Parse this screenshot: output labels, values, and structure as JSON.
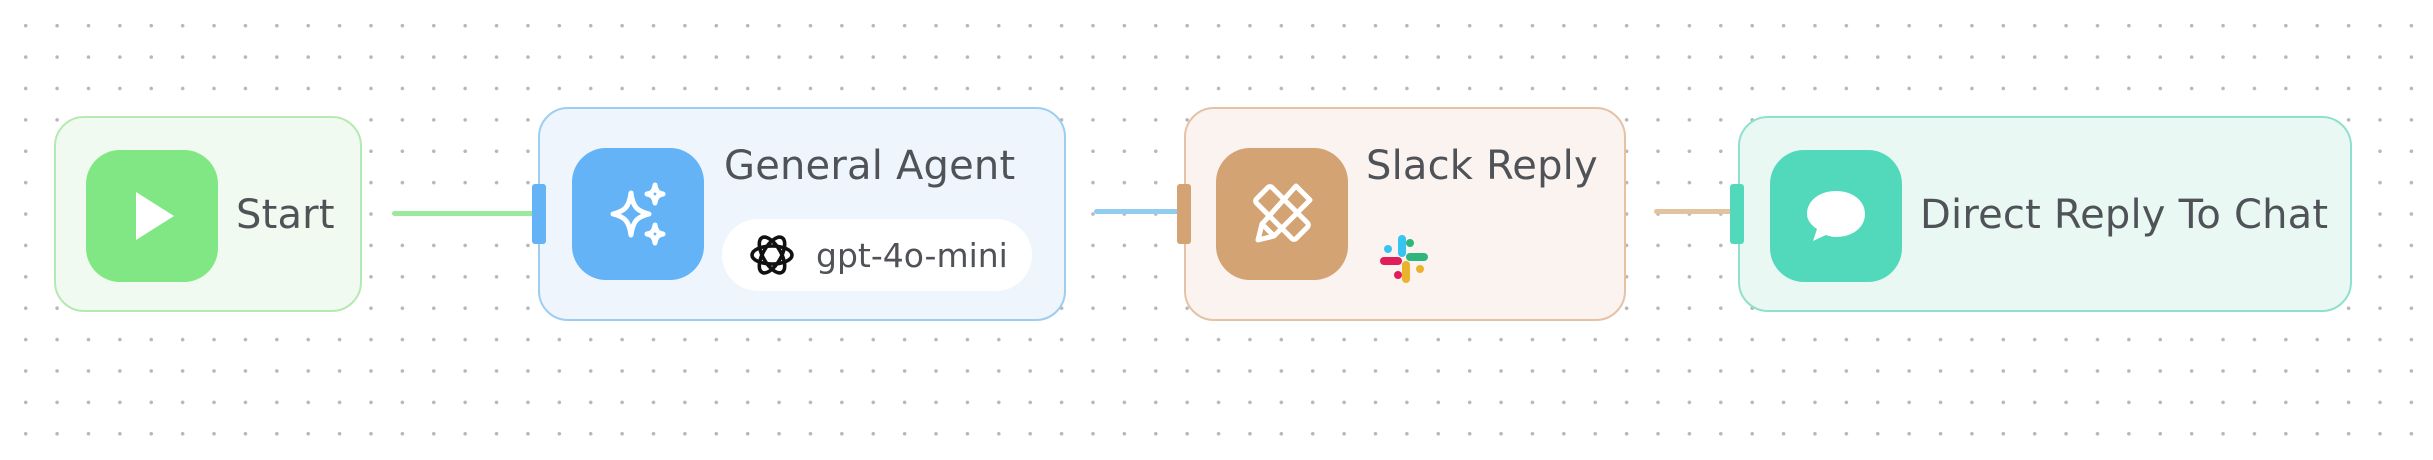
{
  "workflow": {
    "nodes": {
      "start": {
        "title": "Start",
        "icon": "play-icon",
        "accent": "#80e784"
      },
      "agent": {
        "title": "General Agent",
        "icon": "sparkles-icon",
        "accent": "#63b3f6",
        "model": {
          "label": "gpt-4o-mini",
          "icon": "openai-icon"
        }
      },
      "slack": {
        "title": "Slack Reply",
        "icon": "pencil-ruler-icon",
        "accent": "#d3a373",
        "integration_icon": "slack-icon"
      },
      "direct": {
        "title": "Direct Reply To Chat",
        "icon": "chat-bubble-icon",
        "accent": "#52d9bc"
      }
    },
    "edges": [
      {
        "from": "Start",
        "to": "General Agent"
      },
      {
        "from": "General Agent",
        "to": "Slack Reply"
      },
      {
        "from": "Slack Reply",
        "to": "Direct Reply To Chat"
      }
    ]
  }
}
